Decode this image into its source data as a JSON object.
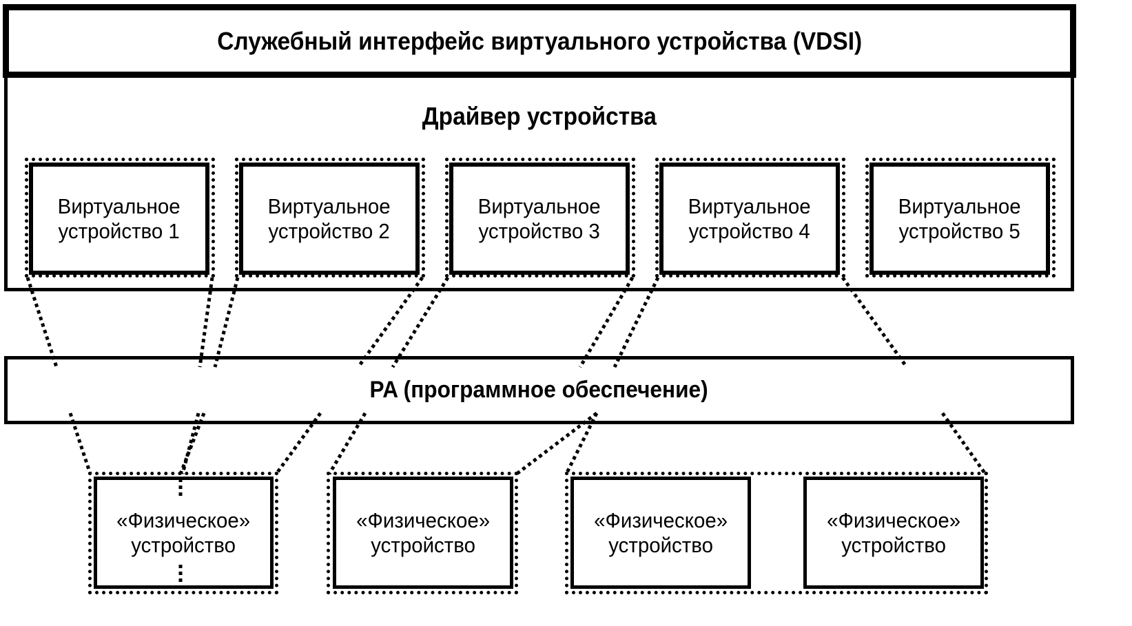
{
  "diagram": {
    "vdsi": {
      "label": "Служебный интерфейс виртуального устройства (VDSI)"
    },
    "driver": {
      "label": "Драйвер устройства"
    },
    "virtual_devices": [
      {
        "line1": "Виртуальное",
        "line2": "устройство 1"
      },
      {
        "line1": "Виртуальное",
        "line2": "устройство 2"
      },
      {
        "line1": "Виртуальное",
        "line2": "устройство 3"
      },
      {
        "line1": "Виртуальное",
        "line2": "устройство 4"
      },
      {
        "line1": "Виртуальное",
        "line2": "устройство 5"
      }
    ],
    "pa": {
      "label": "PA (программное обеспечение)"
    },
    "physical_devices": [
      {
        "line1": "«Физическое»",
        "line2": "устройство"
      },
      {
        "line1": "«Физическое»",
        "line2": "устройство"
      },
      {
        "line1": "«Физическое»",
        "line2": "устройство"
      },
      {
        "line1": "«Физическое»",
        "line2": "устройство"
      }
    ],
    "mappings": [
      {
        "virtual": 1,
        "physical": 1
      },
      {
        "virtual": 2,
        "physical": 1
      },
      {
        "virtual": 3,
        "physical": 2
      },
      {
        "virtual": 4,
        "physical": [
          3,
          4
        ]
      },
      {
        "virtual": 5,
        "physical": null
      }
    ]
  }
}
